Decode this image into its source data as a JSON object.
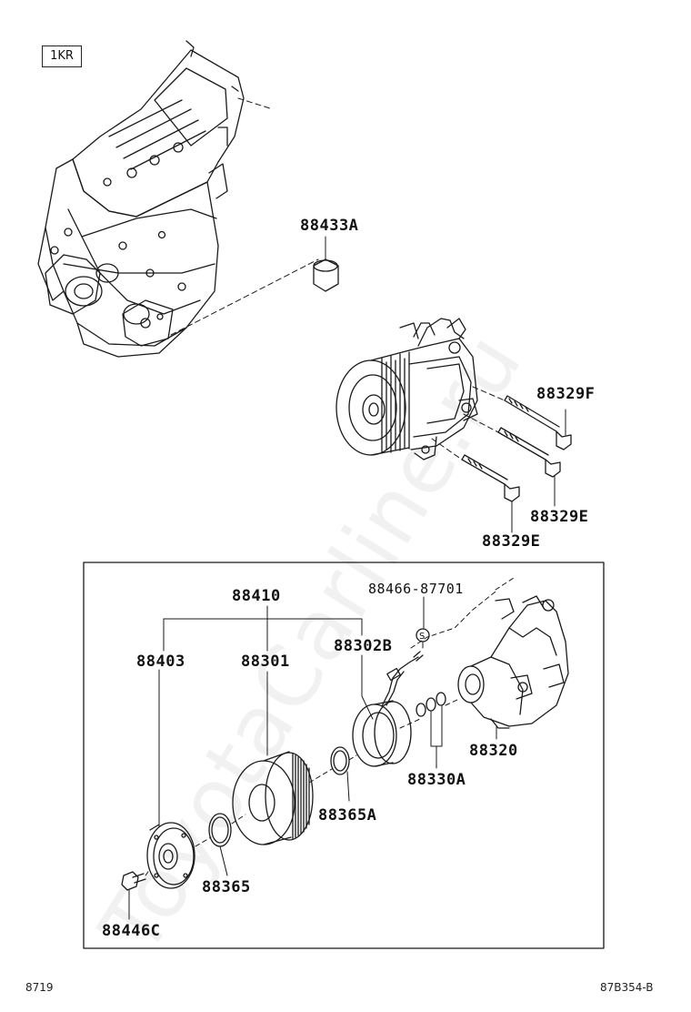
{
  "engine_code": "1KR",
  "watermark": "ToyotaCarline.ru",
  "parts": {
    "insulator": "88433A",
    "bolt_f": "88329F",
    "bolt_e_upper": "88329E",
    "bolt_e_lower": "88329E",
    "clutch_assy": "88410",
    "hub": "88403",
    "pulley": "88301",
    "stator": "88302B",
    "wire_part": "88466-87701",
    "compressor": "88320",
    "shims": "88330A",
    "snap_ring_large": "88365A",
    "snap_ring": "88365",
    "hub_bolt": "88446C"
  },
  "footer": {
    "left": "8719",
    "right": "87B354-B"
  }
}
